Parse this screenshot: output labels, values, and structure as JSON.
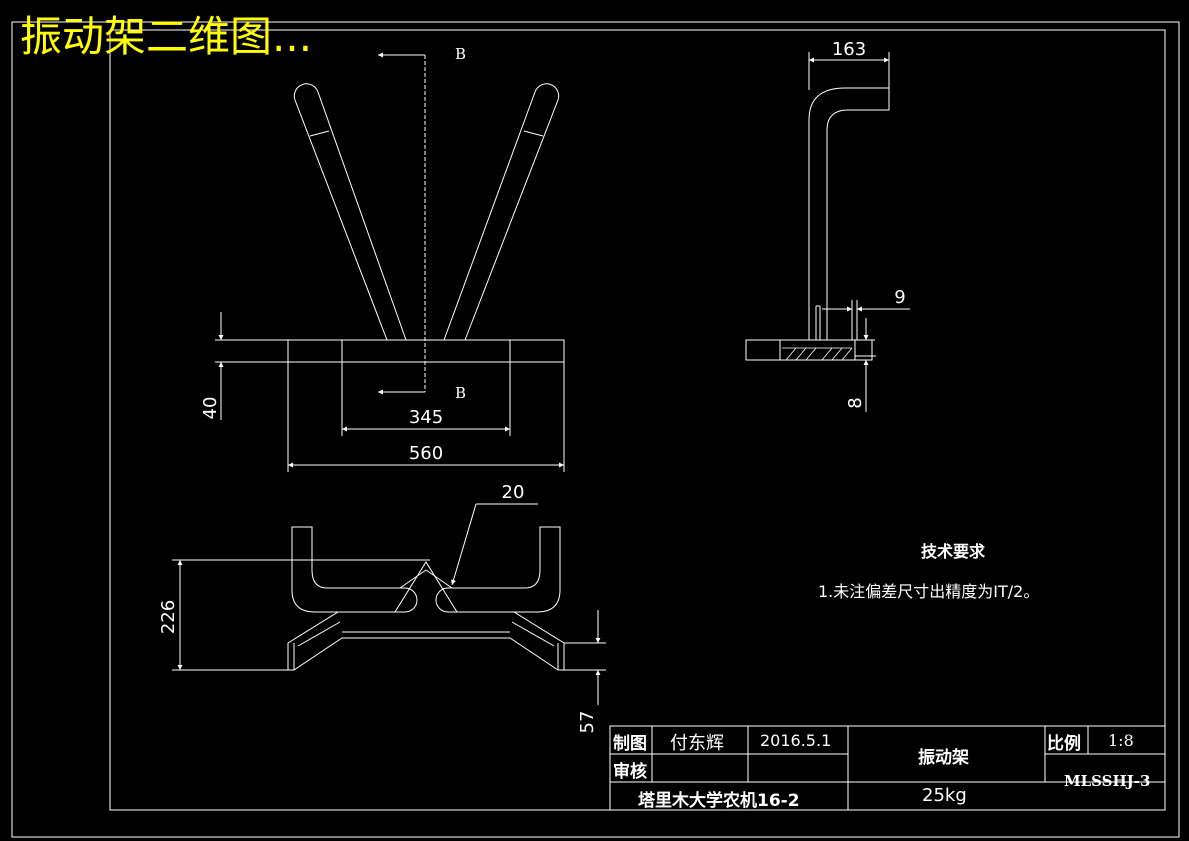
{
  "title": "振动架二维图...",
  "section_labels": {
    "top": "B",
    "bottom": "B"
  },
  "dimensions": {
    "front": {
      "height": "40",
      "inner_width": "345",
      "outer_width": "560"
    },
    "side": {
      "top_width": "163",
      "thickness": "9",
      "base_thickness": "8"
    },
    "plan": {
      "height": "226",
      "radius": "20",
      "end_height": "57"
    }
  },
  "tech_requirements": {
    "heading": "技术要求",
    "item": "1.未注偏差尺寸出精度为IT/2。"
  },
  "title_block": {
    "drawn_label": "制图",
    "drawn_by": "付东辉",
    "date": "2016.5.1",
    "review_label": "审核",
    "part_name": "振动架",
    "scale_label": "比例",
    "scale_value": "1:8",
    "school": "塔里木大学农机16-2",
    "weight": "25kg",
    "drawing_no": "MLSSHJ-3"
  },
  "colors": {
    "background": "#000000",
    "lines": "#ffffff",
    "title": "#ffff00"
  }
}
